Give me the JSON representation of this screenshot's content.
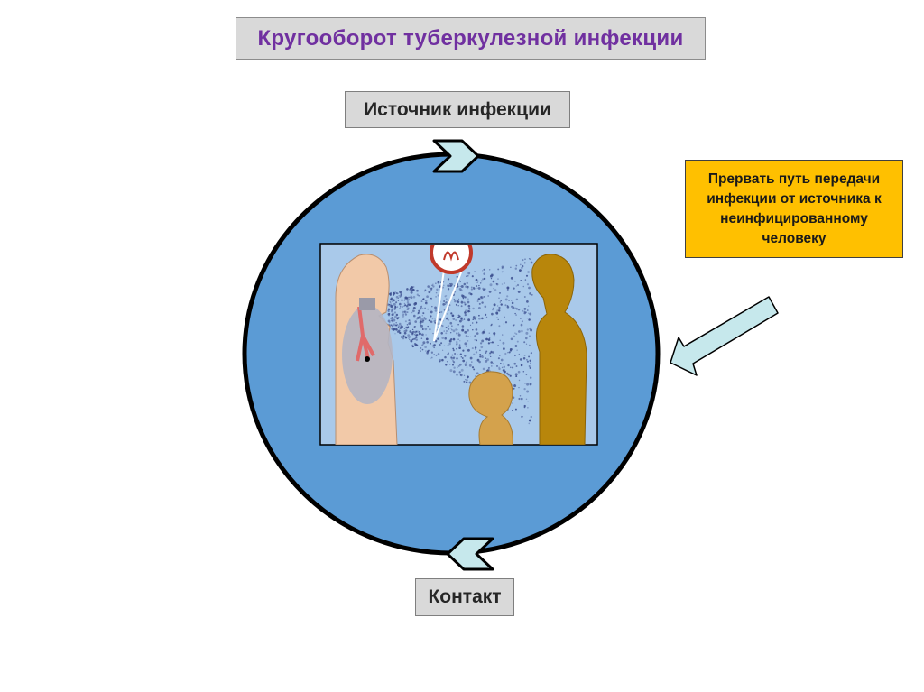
{
  "title": "Кругооборот туберкулезной инфекции",
  "source_label": "Источник инфекции",
  "contact_label": "Контакт",
  "note_text": "Прервать путь передачи инфекции от источника к неинфицированному человеку",
  "colors": {
    "title_text": "#7030a0",
    "circle_fill": "#5b9bd5",
    "circle_stroke": "#000000",
    "note_fill": "#ffc000",
    "arrow_fill": "#c6e8ec",
    "panel_bg": "#a9c9ea"
  },
  "icons": [
    "cycle-arrow-right-icon",
    "cycle-arrow-left-icon",
    "pointer-arrow-icon",
    "magnifier-icon"
  ]
}
